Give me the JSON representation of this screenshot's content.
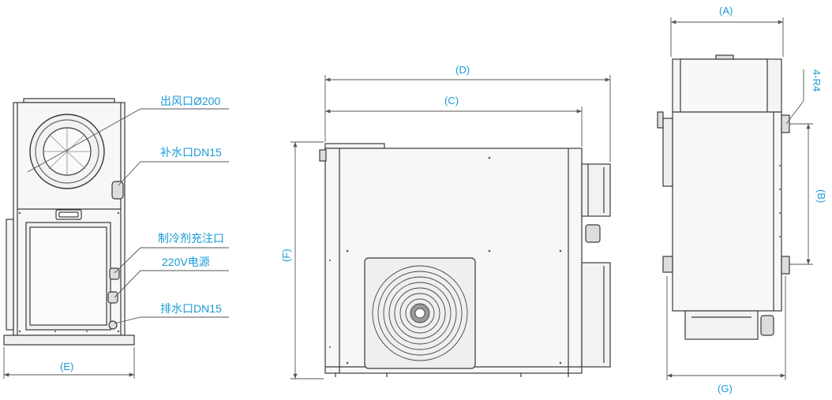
{
  "dimensions": {
    "A": "(A)",
    "B": "(B)",
    "C": "(C)",
    "D": "(D)",
    "E": "(E)",
    "F": "(F)",
    "G": "(G)",
    "R": "4-R4"
  },
  "callouts": {
    "air_outlet": "出风口Ø200",
    "water_inlet": "补水口DN15",
    "refrigerant_port": "制冷剂充注口",
    "power": "220V电源",
    "drain": "排水口DN15"
  },
  "colors": {
    "dimension_blue": "#1a9bd7",
    "line_dark": "#3a3a3a",
    "body_fill": "#f4f4f4"
  }
}
